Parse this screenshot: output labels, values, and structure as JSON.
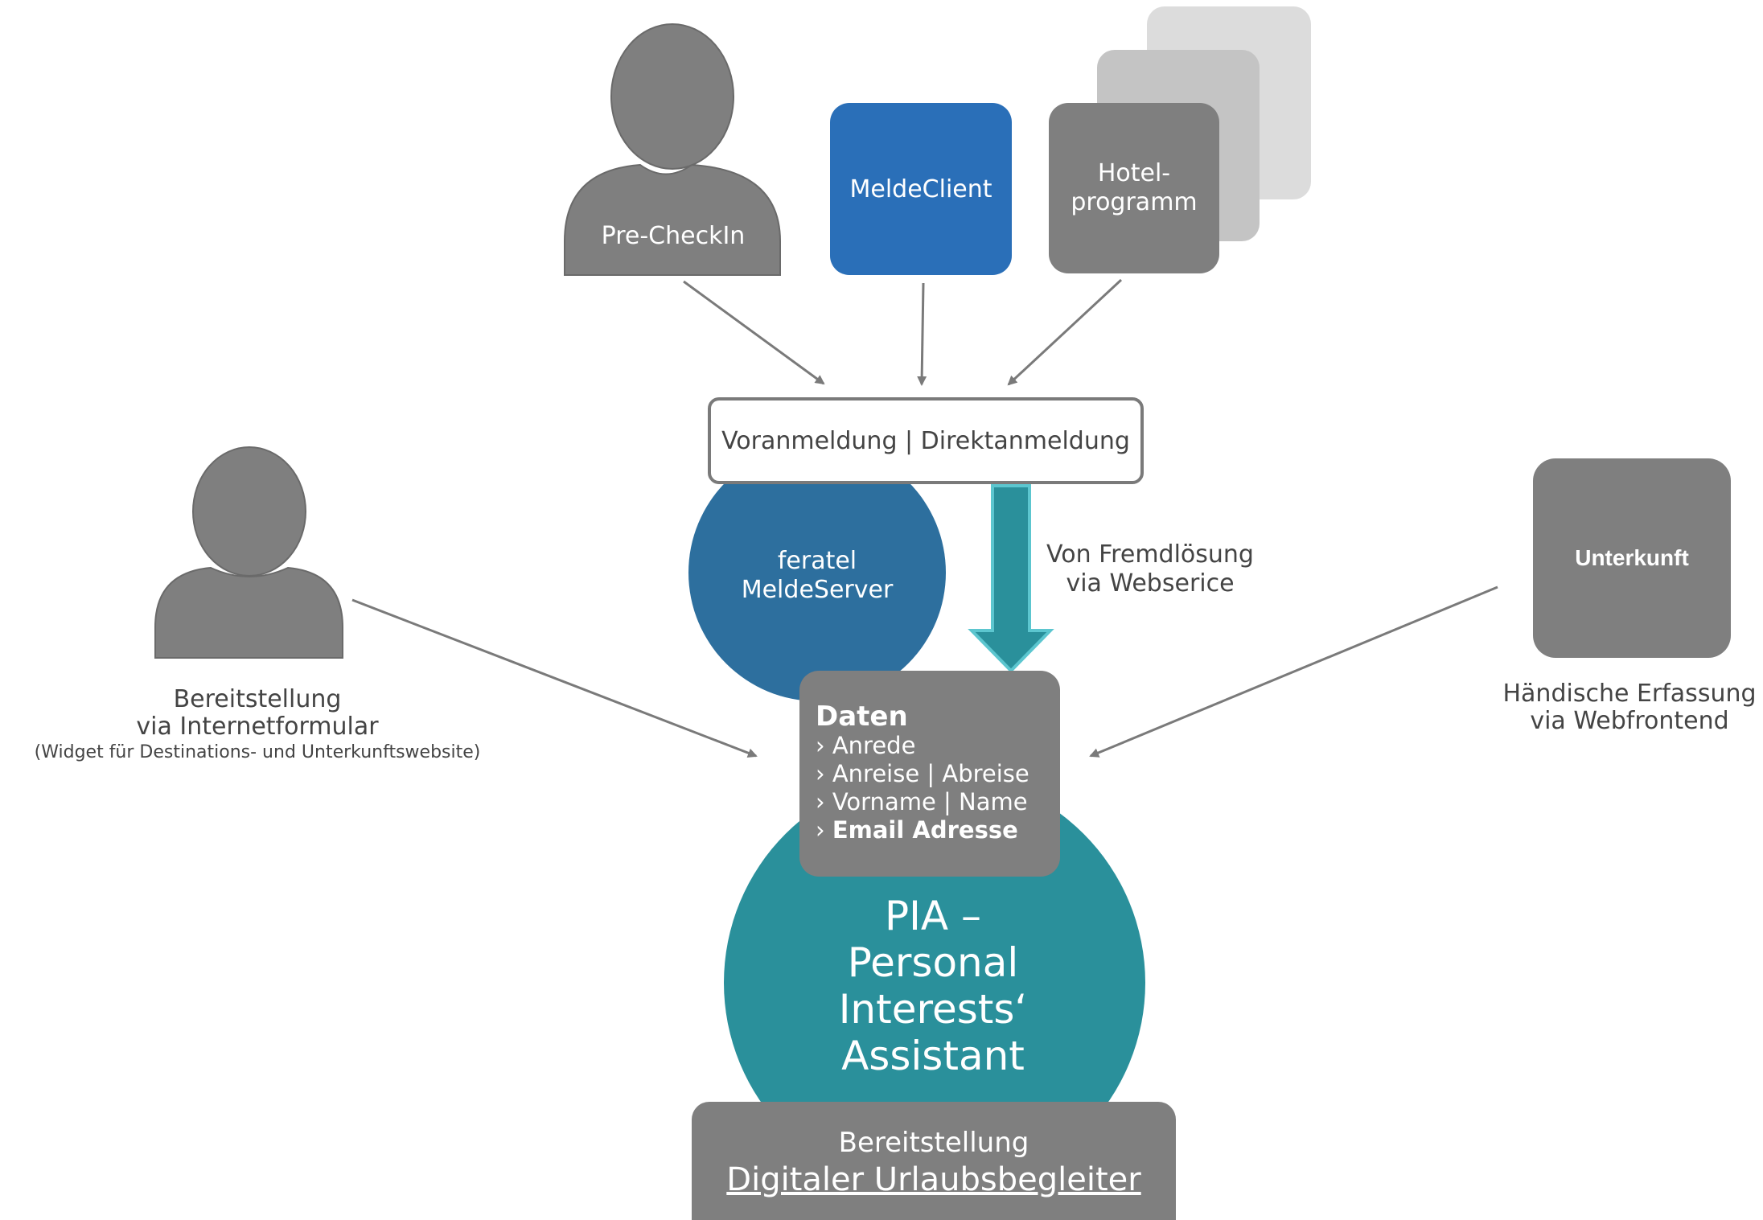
{
  "top": {
    "precheckin": "Pre-CheckIn",
    "meldeclient": "MeldeClient",
    "hotel_line1": "Hotel-",
    "hotel_line2": "programm"
  },
  "registration_box": "Voranmeldung | Direktanmeldung",
  "meldeserver_line1": "feratel",
  "meldeserver_line2": "MeldeServer",
  "fremd_line1": "Von Fremdlösung",
  "fremd_line2": "via Webserice",
  "left": {
    "line1": "Bereitstellung",
    "line2": "via Internetformular",
    "line3": "(Widget für Destinations- und Unterkunftswebsite)"
  },
  "right": {
    "box": "Unterkunft",
    "line1": "Händische Erfassung",
    "line2": "via Webfrontend"
  },
  "daten": {
    "title": "Daten",
    "items": [
      "› Anrede",
      "› Anreise | Abreise",
      "› Vorname | Name"
    ],
    "item_bold_prefix": "› ",
    "item_bold": "Email Adresse"
  },
  "pia": {
    "line1": "PIA –",
    "line2": "Personal",
    "line3": "Interests‘",
    "line4": "Assistant"
  },
  "bottom": {
    "line1": "Bereitstellung",
    "line2": "Digitaler Urlaubsbegleiter"
  },
  "colors": {
    "grey": "#7f7f7f",
    "blue": "#2a6fb8",
    "server_blue": "#2d6f9e",
    "teal": "#2a909b",
    "light_grey1": "#c4c4c4",
    "light_grey2": "#dcdcdc"
  }
}
